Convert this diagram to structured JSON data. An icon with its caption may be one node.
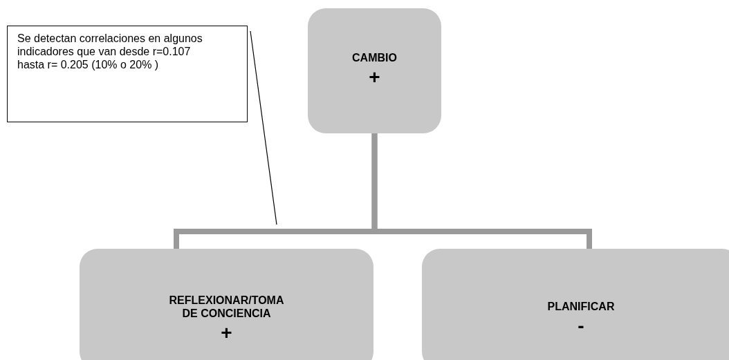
{
  "diagram": {
    "nodes": [
      {
        "text": [
          "CAMBIO",
          "+"
        ]
      },
      {
        "text": [
          "REFLEXIONAR/TOMA DE CONCIENCIA",
          "+"
        ]
      },
      {
        "text": [
          "PLANIFICAR",
          "-"
        ]
      },
      {
        "text": [
          "Se detectan correlaciones en algunos indicadores que van desde r=0.107 hasta r= 0.205 (10% o 20% )"
        ]
      }
    ],
    "edges": [
      {
        "from": 0,
        "to": 1,
        "arrow": "none"
      },
      {
        "from": 0,
        "to": 2,
        "arrow": "none"
      },
      {
        "from": 3,
        "to": null,
        "arrow": "none",
        "color": "#000000"
      }
    ]
  }
}
